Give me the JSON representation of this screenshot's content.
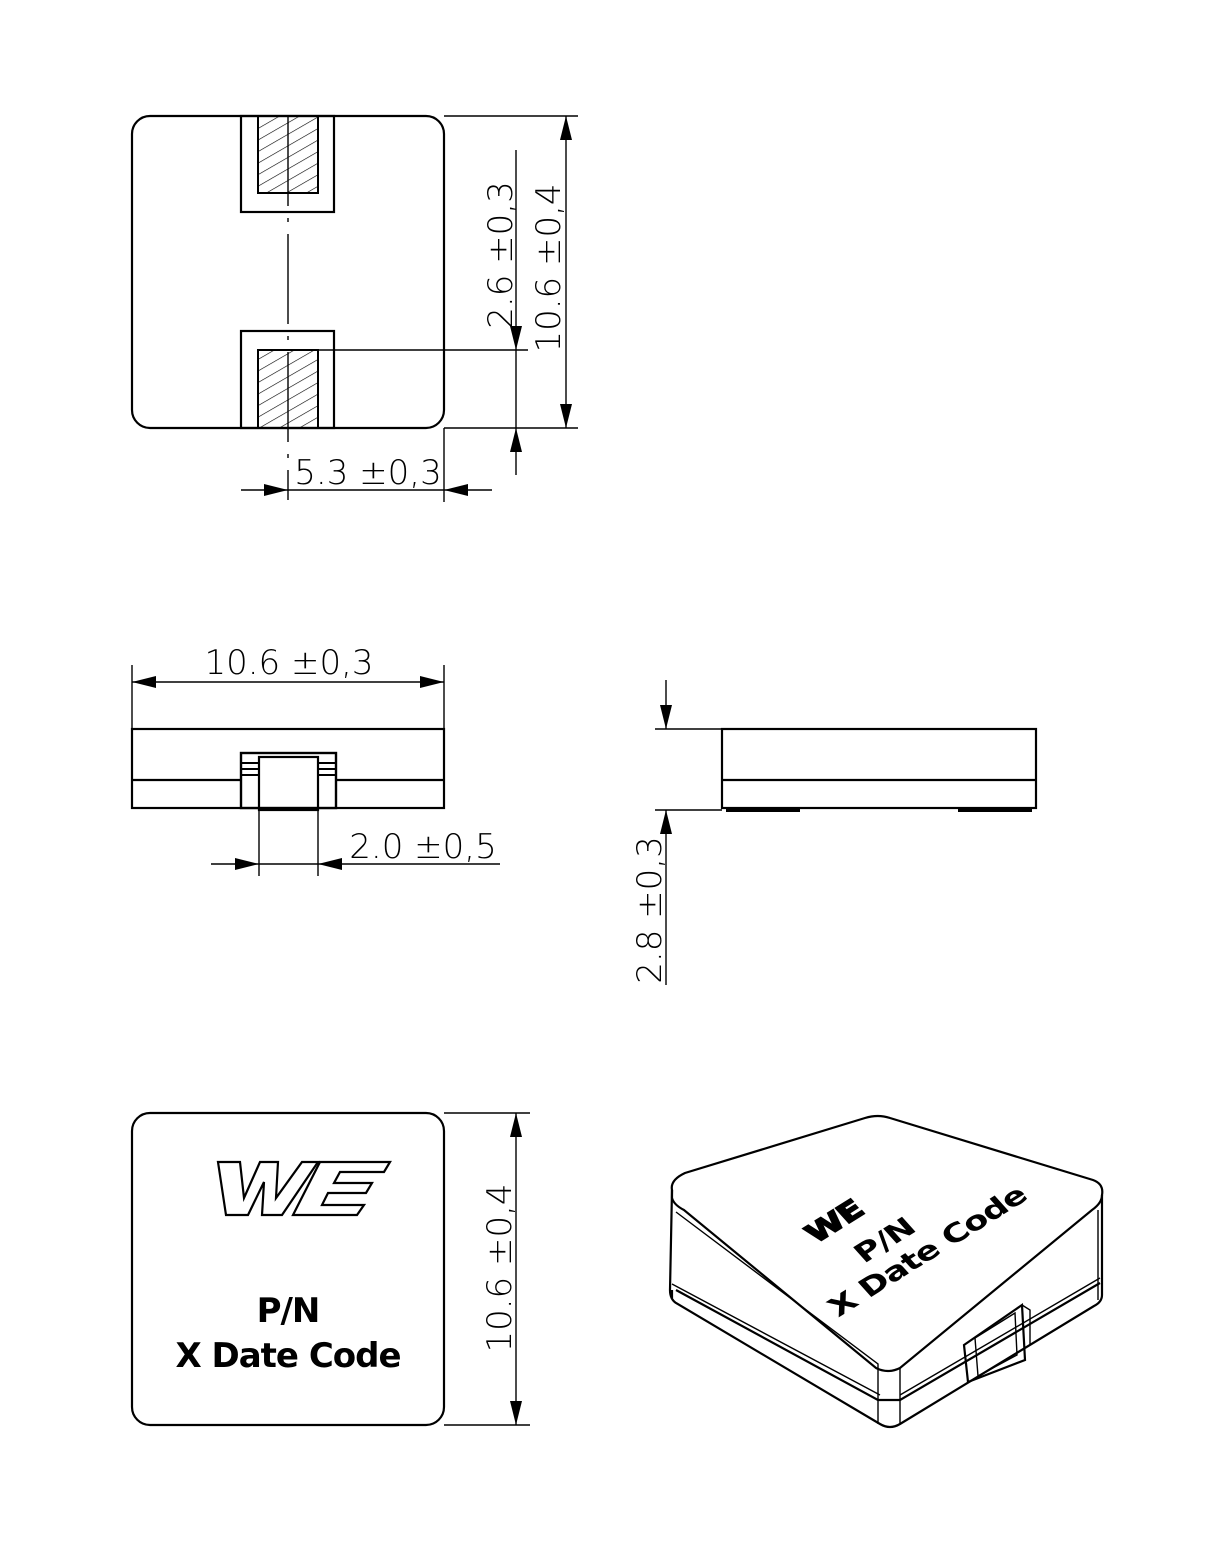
{
  "top_view": {
    "dim_pad_gap": "2.6 ±0,3",
    "dim_length": "10.6 ±0,4",
    "dim_pad_pitch": "5.3 ±0,3"
  },
  "front_view": {
    "dim_width": "10.6 ±0,3",
    "dim_terminal": "2.0 ±0,5"
  },
  "side_view": {
    "dim_height": "2.8 ±0,3"
  },
  "marking_view": {
    "logo": "WE",
    "part_number": "P/N",
    "date_code": "X Date Code",
    "dim_length": "10.6 ±0,4"
  },
  "iso_view": {
    "logo": "WE",
    "part_number": "P/N",
    "date_code": "X Date Code"
  }
}
